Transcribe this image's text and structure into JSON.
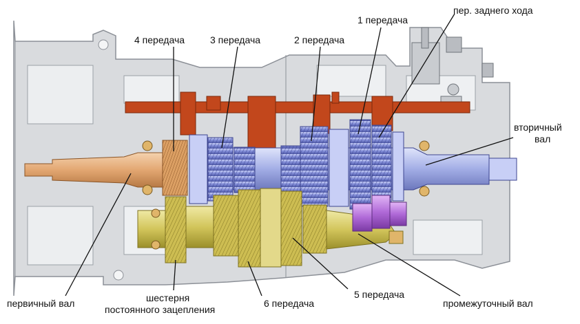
{
  "labels": {
    "gear4": "4 передача",
    "gear3": "3 передача",
    "gear2": "2 передача",
    "gear1": "1 передача",
    "reverse": "пер. заднего хода",
    "output_shaft_line1": "вторичный",
    "output_shaft_line2": "вал",
    "input_shaft": "первичный вал",
    "constant_mesh_line1": "шестерня",
    "constant_mesh_line2": "постоянного зацепления",
    "gear6": "6 передача",
    "gear5": "5 передача",
    "countershaft": "промежуточный вал"
  },
  "colors": {
    "housing": "#d9dbde",
    "housing_stroke": "#8c9097",
    "fork_rail": "#c2471c",
    "input_shaft": "#e8b98a",
    "output_shaft": "#a9b3e6",
    "countershaft": "#d6cd6a",
    "reverse_gear": "#b06ad8",
    "bearing": "#e0b56a"
  }
}
